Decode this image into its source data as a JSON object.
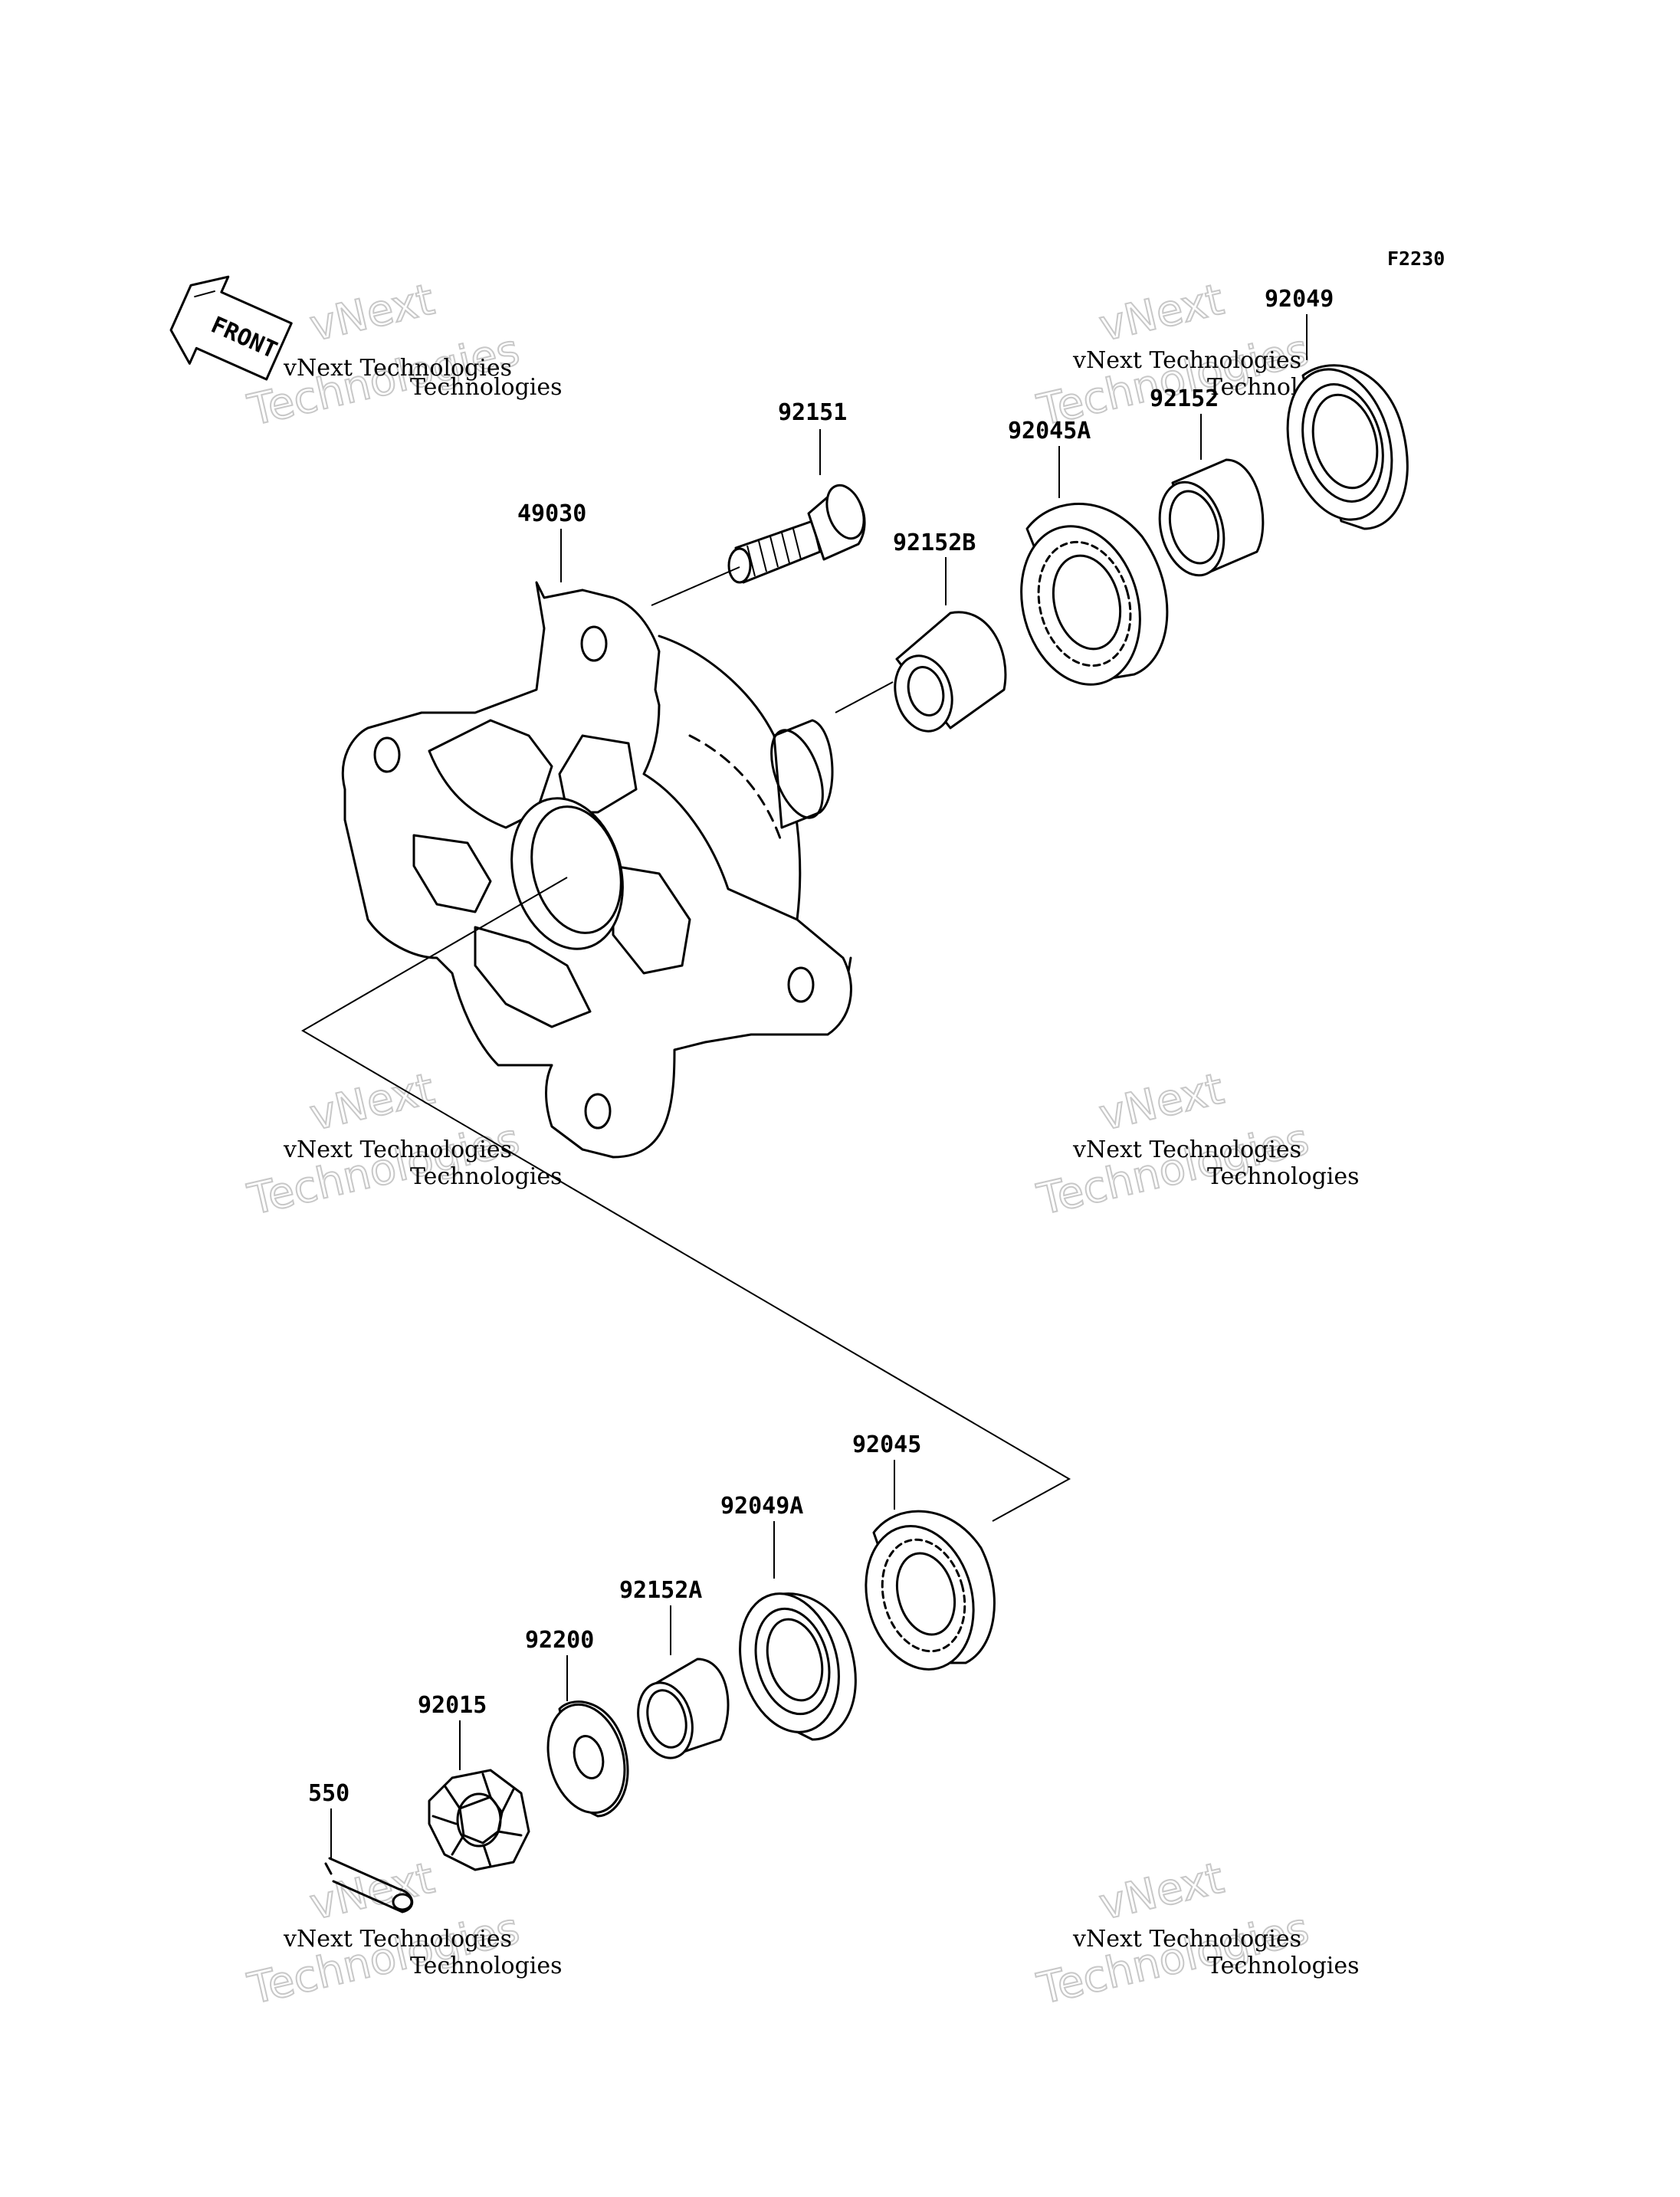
{
  "figure_code": "F2230",
  "front_indicator": "FRONT",
  "parts": [
    {
      "id": "92049",
      "label": "92049"
    },
    {
      "id": "92152",
      "label": "92152"
    },
    {
      "id": "92045A",
      "label": "92045A"
    },
    {
      "id": "92151",
      "label": "92151"
    },
    {
      "id": "92152B",
      "label": "92152B"
    },
    {
      "id": "49030",
      "label": "49030"
    },
    {
      "id": "92045",
      "label": "92045"
    },
    {
      "id": "92049A",
      "label": "92049A"
    },
    {
      "id": "92152A",
      "label": "92152A"
    },
    {
      "id": "92200",
      "label": "92200"
    },
    {
      "id": "92015",
      "label": "92015"
    },
    {
      "id": "550",
      "label": "550"
    }
  ],
  "watermark": {
    "line1": "vNext Technologies",
    "big_line1": "vNext",
    "big_line2": "Technologies"
  }
}
